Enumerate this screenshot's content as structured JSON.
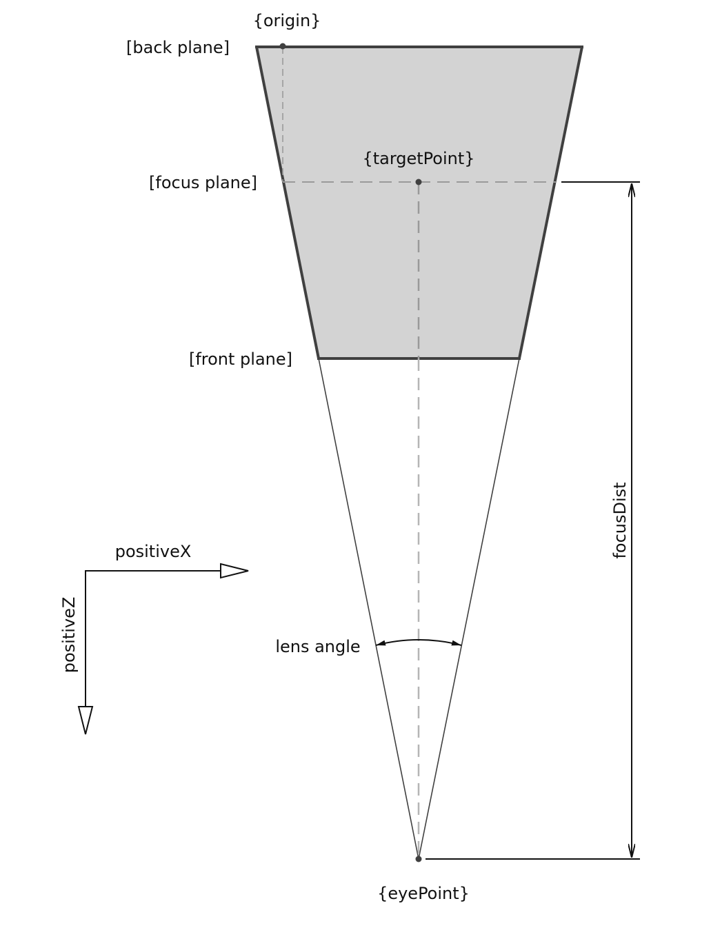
{
  "labels": {
    "origin": "{origin}",
    "back_plane": "[back plane]",
    "target_point": "{targetPoint}",
    "focus_plane": "[focus plane]",
    "front_plane": "[front plane]",
    "positive_x": "positiveX",
    "positive_z": "positiveZ",
    "lens_angle": "lens angle",
    "focus_dist": "focusDist",
    "eye_point": "{eyePoint}"
  },
  "colors": {
    "frustum_fill": "#d3d3d3",
    "frustum_edge": "#404040",
    "dashed_guides": "#9a9a9a",
    "center_axis": "#b5b5b5",
    "dimension_lines": "#111111",
    "points": "#404040"
  }
}
